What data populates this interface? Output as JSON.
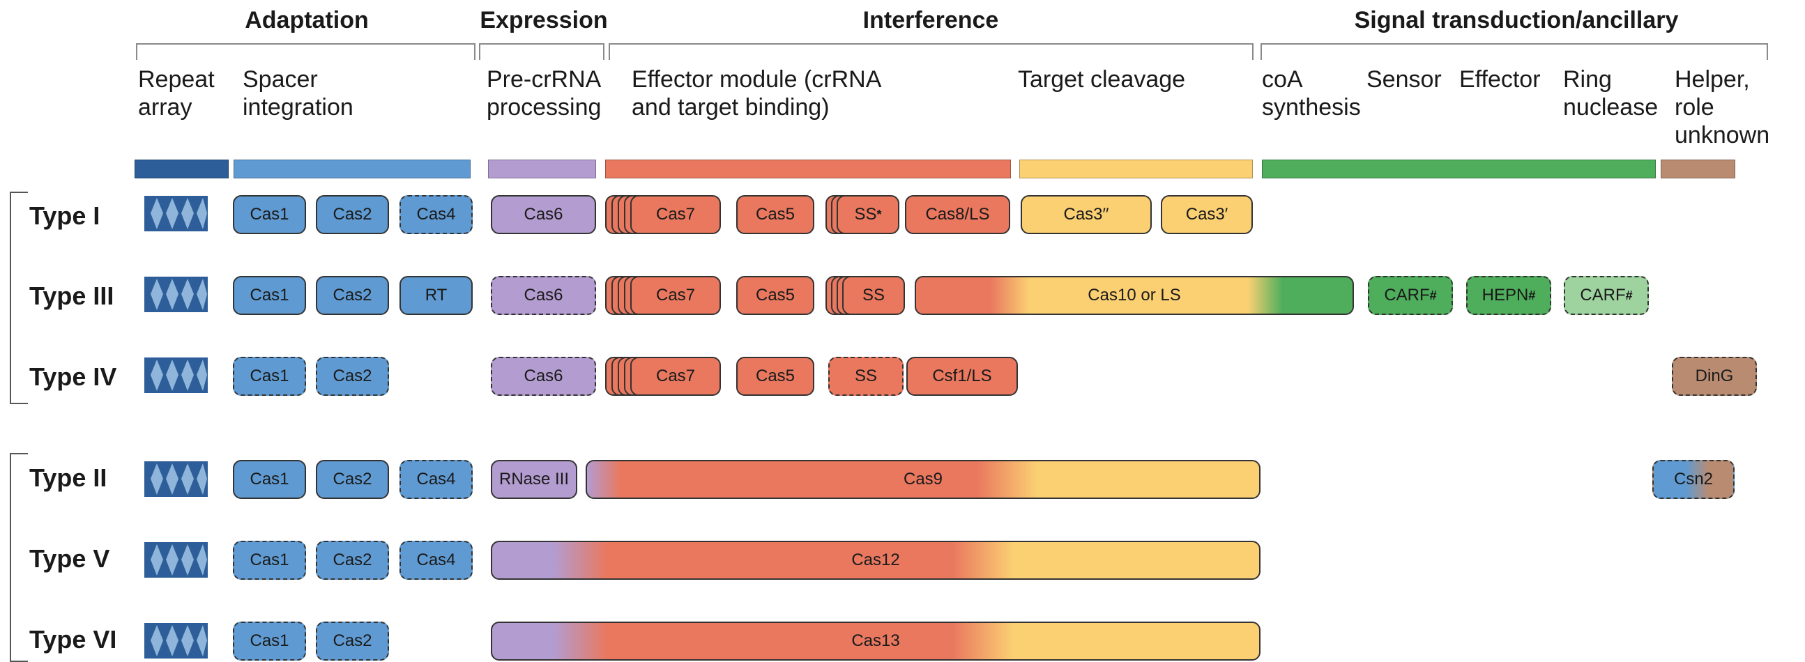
{
  "groups": {
    "adaptation": "Adaptation",
    "expression": "Expression",
    "interference": "Interference",
    "signal": "Signal transduction/ancillary"
  },
  "subheads": {
    "repeat_array": [
      "Repeat",
      "array"
    ],
    "spacer_integration": [
      "Spacer",
      "integration"
    ],
    "pre_crrna": [
      "Pre-crRNA",
      "processing"
    ],
    "effector_module": [
      "Effector module (crRNA",
      "and target binding)"
    ],
    "target_cleavage": "Target cleavage",
    "coa_synthesis": [
      "coA",
      "synthesis"
    ],
    "sensor": "Sensor",
    "effector": "Effector",
    "ring_nuclease": [
      "Ring",
      "nuclease"
    ],
    "helper": [
      "Helper,",
      "role",
      "unknown"
    ]
  },
  "colors": {
    "repeat_array": "#2d5e9a",
    "adaptation": "#5f9bd2",
    "expression": "#b39ccf",
    "effector_module": "#e9785f",
    "target_cleavage": "#fbd073",
    "signal": "#4eae5b",
    "signal_light": "#9ed39f",
    "helper": "#b98c72"
  },
  "types": {
    "t1": {
      "label": "Type I",
      "cas1": "Cas1",
      "cas2": "Cas2",
      "cas4": "Cas4",
      "cas6": "Cas6",
      "cas7": "Cas7",
      "cas5": "Cas5",
      "ss": "SS",
      "ss_mark": "*",
      "large": "Cas8/LS",
      "cas3a": "Cas3",
      "cas3a_mark": "′′",
      "cas3b": "Cas3",
      "cas3b_mark": "′"
    },
    "t3": {
      "label": "Type III",
      "cas1": "Cas1",
      "cas2": "Cas2",
      "rt": "RT",
      "cas6": "Cas6",
      "cas7": "Cas7",
      "cas5": "Cas5",
      "ss": "SS",
      "cas10": "Cas10 or LS",
      "carf": "CARF",
      "carf_mark": "#",
      "hepn": "HEPN",
      "hepn_mark": "#",
      "carf2": "CARF",
      "carf2_mark": "#"
    },
    "t4": {
      "label": "Type IV",
      "cas1": "Cas1",
      "cas2": "Cas2",
      "cas6": "Cas6",
      "cas7": "Cas7",
      "cas5": "Cas5",
      "ss": "SS",
      "large": "Csf1/LS",
      "ding": "DinG"
    },
    "t2": {
      "label": "Type II",
      "cas1": "Cas1",
      "cas2": "Cas2",
      "cas4": "Cas4",
      "rnase": "RNase III",
      "cas9": "Cas9",
      "csn2": "Csn2"
    },
    "t5": {
      "label": "Type V",
      "cas1": "Cas1",
      "cas2": "Cas2",
      "cas4": "Cas4",
      "cas12": "Cas12"
    },
    "t6": {
      "label": "Type VI",
      "cas1": "Cas1",
      "cas2": "Cas2",
      "cas13": "Cas13"
    }
  }
}
